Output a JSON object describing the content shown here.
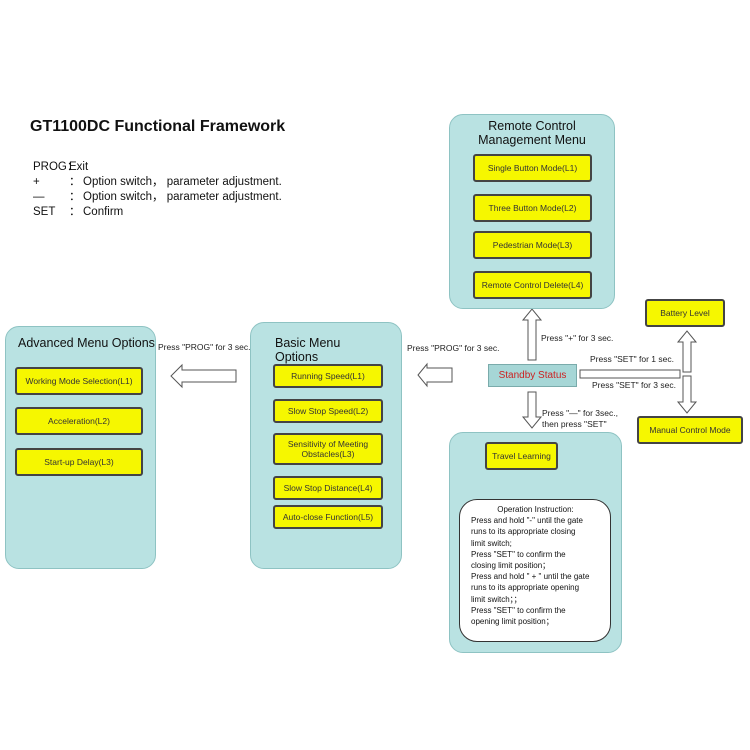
{
  "title": "GT1100DC Functional  Framework",
  "legend": [
    {
      "key": "PROG：",
      "sep": "",
      "desc": "Exit"
    },
    {
      "key": "+",
      "sep": "：",
      "desc": "Option switch， parameter adjustment."
    },
    {
      "key": "—",
      "sep": "：",
      "desc": "Option switch， parameter adjustment."
    },
    {
      "key": "SET",
      "sep": "：",
      "desc": "Confirm"
    }
  ],
  "remote_menu": {
    "title_line1": "Remote Control",
    "title_line2": "Management Menu",
    "items": [
      "Single Button Mode(L1)",
      "Three Button Mode(L2)",
      "Pedestrian Mode(L3)",
      "Remote Control Delete(L4)"
    ]
  },
  "basic_menu": {
    "title_line1": "Basic Menu",
    "title_line2": "Options",
    "items": [
      "Running Speed(L1)",
      "Slow Stop Speed(L2)",
      "Sensitivity of Meeting Obstacles(L3)",
      "Slow Stop Distance(L4)",
      "Auto-close Function(L5)"
    ]
  },
  "advanced_menu": {
    "title": "Advanced Menu Options",
    "items": [
      "Working Mode Selection(L1)",
      "Acceleration(L2)",
      "Start-up Delay(L3)"
    ]
  },
  "standby": "Standby Status",
  "battery": "Battery Level",
  "manual": "Manual Control Mode",
  "travel": "Travel Learning",
  "labels": {
    "prog_to_advanced": "Press \"PROG\" for 3 sec.",
    "prog_to_basic": "Press \"PROG\" for 3 sec.",
    "plus_to_remote": "Press \"+\" for 3 sec.",
    "set_battery": "Press \"SET\" for 1 sec.",
    "set_manual": "Press \"SET\" for 3 sec.",
    "minus_line1": "Press \"—\" for 3sec.,",
    "minus_line2": "then press \"SET\""
  },
  "instruction": {
    "heading": "Operation Instruction:",
    "text": "Press and hold \"-\" until the gate\nruns to its appropriate closing\nlimit switch;\nPress \"SET\" to confirm the\nclosing limit position；\nPress and hold \" + \" until the gate\nruns to its appropriate opening\nlimit switch；；\nPress \"SET\" to confirm the\nopening limit position；"
  },
  "colors": {
    "panel": "#b9e2e2",
    "button": "#f6f700",
    "standby_text": "#cc2222"
  }
}
